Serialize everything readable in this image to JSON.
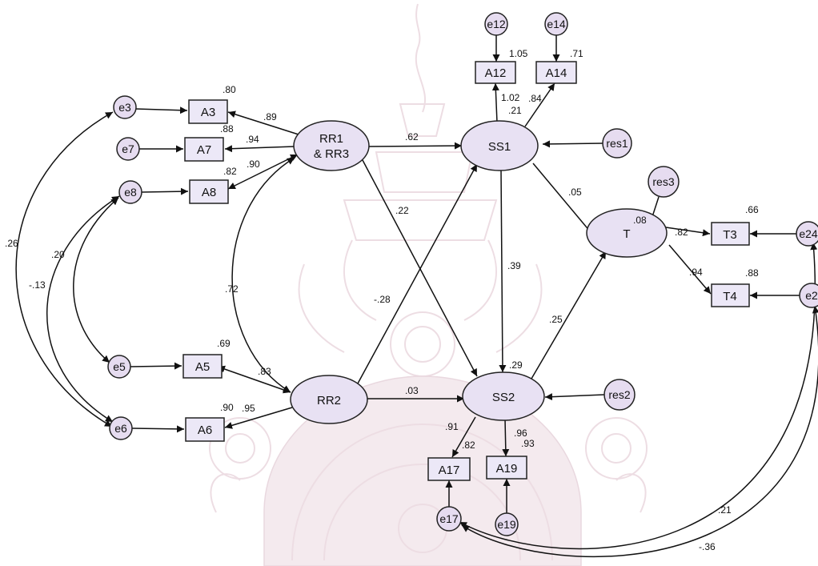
{
  "nodes": {
    "A3": "A3",
    "A7": "A7",
    "A8": "A8",
    "A5": "A5",
    "A6": "A6",
    "A12": "A12",
    "A14": "A14",
    "A17": "A17",
    "A19": "A19",
    "T3": "T3",
    "T4": "T4",
    "RR1_line1": "RR1",
    "RR1_line2": "& RR3",
    "RR2": "RR2",
    "SS1": "SS1",
    "SS2": "SS2",
    "T": "T"
  },
  "errors": {
    "e3": "e3",
    "e7": "e7",
    "e8": "e8",
    "e5": "e5",
    "e6": "e6",
    "e12": "e12",
    "e14": "e14",
    "e17": "e17",
    "e19": "e19",
    "e24": "e24",
    "e2": "e2",
    "res1": "res1",
    "res2": "res2",
    "res3": "res3"
  },
  "coefficients": {
    "r2_A3": ".80",
    "r2_A7": ".88",
    "r2_A8": ".82",
    "r2_A5": ".69",
    "r2_A6": ".90",
    "r2_A12": "1.05",
    "r2_A14": ".71",
    "r2_A17": ".82",
    "r2_A19": ".93",
    "r2_T3": ".66",
    "r2_T4": ".88",
    "r2_SS1": ".21",
    "r2_SS2": ".29",
    "r2_T": ".08",
    "l_A3": ".89",
    "l_A7": ".94",
    "l_A8": ".90",
    "l_A5": ".83",
    "l_A6": ".95",
    "l_A12": "1.02",
    "l_A14": ".84",
    "l_A17": ".91",
    "l_A19": ".96",
    "l_T3": ".82",
    "l_T4": ".94",
    "p_RR1_SS1": ".62",
    "p_RR1_SS2": ".22",
    "p_RR2_SS1": "-.28",
    "p_RR2_SS2": ".03",
    "p_SS1_SS2": ".39",
    "p_SS1_T": ".05",
    "p_SS2_T": ".25",
    "c_RR1_RR2": ".72",
    "c_e3_e6": ".26",
    "c_e8_e5": ".20",
    "c_e8_e6": "-.13",
    "c_e17_e24": ".21",
    "c_e17_e2": "-.36"
  }
}
